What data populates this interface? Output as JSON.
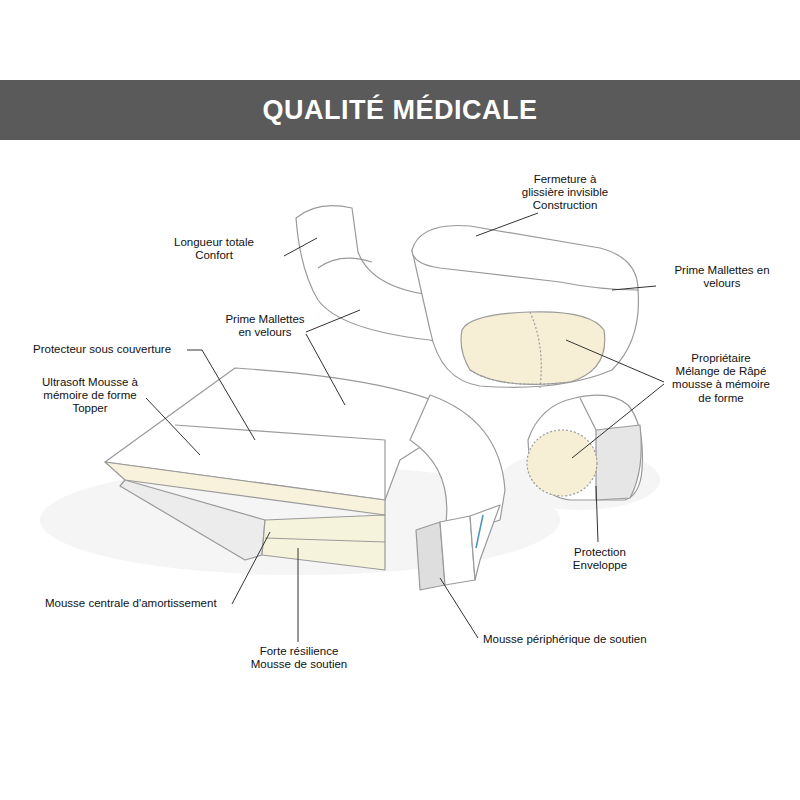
{
  "diagram": {
    "title": "QUALITÉ MÉDICALE",
    "labels": [
      "Fermeture à glissière invisible Construction",
      "Longueur totale Confort",
      "Prime Mallettes en velours",
      "Prime Mallettes en velours",
      "Protecteur sous couverture",
      "Propriétaire Mélange de Râpé mousse à mémoire de forme",
      "Ultrasoft Mousse à mémoire de forme Topper",
      "Protection Enveloppe",
      "Mousse centrale d'amortissement",
      "Mousse périphérique de soutien",
      "Forte résilience Mousse de soutien"
    ]
  }
}
